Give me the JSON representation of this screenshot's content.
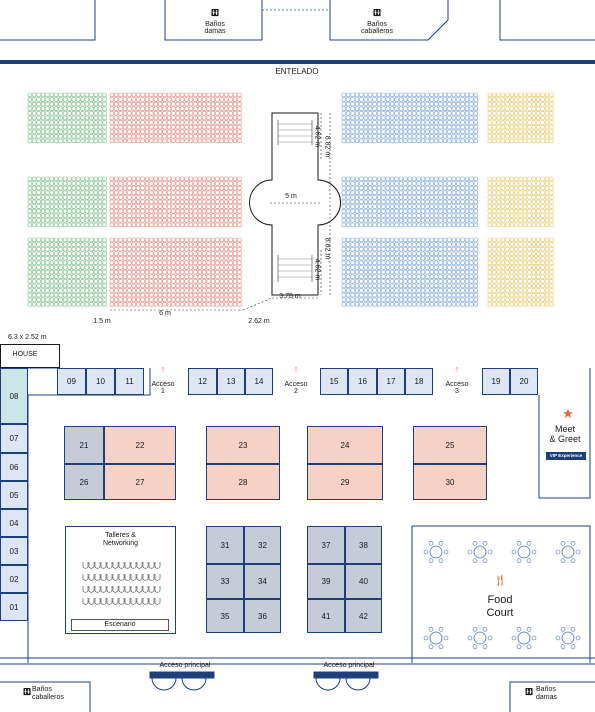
{
  "colors": {
    "wall": "#1f3f7a",
    "seat_green": "#7dbf8a",
    "seat_red": "#e58a80",
    "seat_blue": "#7fa9d9",
    "seat_yellow": "#e8c96a",
    "accent": "#e8653a"
  },
  "top": {
    "restroom_women": "Baños\ndamas",
    "restroom_men": "Baños\ncaballeros"
  },
  "stage": {
    "backdrop": "ENTELADO",
    "dim_width": "5 m",
    "dim_top_length": "4.62 m",
    "dim_top_total": "8.82 m",
    "dim_bottom_total": "8.82 m",
    "dim_bottom_length": "4.62 m",
    "dim_base": "3.78 m",
    "dim_left": "1.5 m",
    "dim_block": "6 m",
    "dim_aisle": "2.62 m"
  },
  "house": {
    "size": "6.3 x 2.52 m",
    "label": "HOUSE"
  },
  "accesses": [
    "Acceso\n1",
    "Acceso\n2",
    "Acceso\n3"
  ],
  "booths": [
    "01",
    "02",
    "03",
    "04",
    "05",
    "06",
    "07",
    "08",
    "09",
    "10",
    "11",
    "12",
    "13",
    "14",
    "15",
    "16",
    "17",
    "18",
    "19",
    "20",
    "21",
    "22",
    "23",
    "24",
    "25",
    "26",
    "27",
    "28",
    "29",
    "30",
    "31",
    "32",
    "33",
    "34",
    "35",
    "36",
    "37",
    "38",
    "39",
    "40",
    "41",
    "42"
  ],
  "meet": {
    "title": "Meet\n& Greet",
    "badge": "VIP Experience"
  },
  "talleres": {
    "title": "Talleres  &\nNetworking",
    "stage": "Escenario"
  },
  "food": {
    "title": "Food\nCourt"
  },
  "main_access": [
    "Acceso principal",
    "Acceso principal"
  ],
  "bottom": {
    "restroom_men": "Baños\ncaballeros",
    "restroom_women": "Baños\ndamas"
  }
}
